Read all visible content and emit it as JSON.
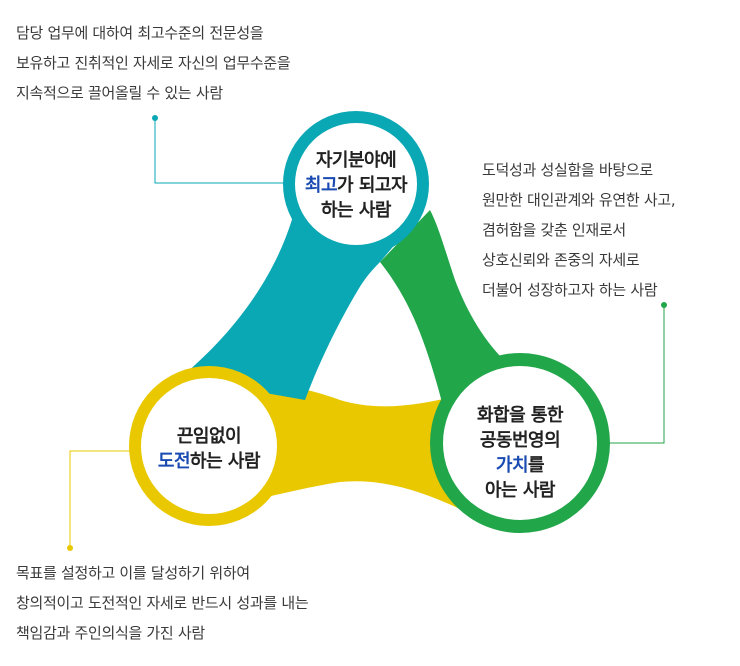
{
  "nodes": {
    "top": {
      "line1": "자기분야에",
      "line2_highlight": "최고",
      "line2_rest": "가 되고자",
      "line3": "하는 사람",
      "color": "#0aa7b4"
    },
    "left": {
      "line1": "끈임없이",
      "line2_highlight": "도전",
      "line2_rest": "하는 사람",
      "color": "#e9c800"
    },
    "right": {
      "line1": "화합을 통한",
      "line2": "공동번영의",
      "line3_highlight": "가치",
      "line3_rest": "를",
      "line4": "아는 사람",
      "color": "#22a64a"
    }
  },
  "descriptions": {
    "top": [
      "담당 업무에 대하여 최고수준의 전문성을",
      "보유하고 진취적인 자세로 자신의 업무수준을",
      "지속적으로 끌어올릴 수 있는 사람"
    ],
    "right": [
      "도덕성과 성실함을 바탕으로",
      "원만한 대인관계와 유연한 사고,",
      "겸허함을 갖춘 인재로서",
      "상호신뢰와 존중의 자세로",
      "더불어 성장하고자 하는 사람"
    ],
    "bottom": [
      "목표를 설정하고 이를 달성하기 위하여",
      "창의적이고 도전적인 자세로 반드시 성과를 내는",
      "책임감과 주인의식을 가진 사람"
    ]
  },
  "colors": {
    "highlight": "#1a4bb3",
    "teal": "#0aa7b4",
    "yellow": "#e9c800",
    "green": "#22a64a"
  }
}
